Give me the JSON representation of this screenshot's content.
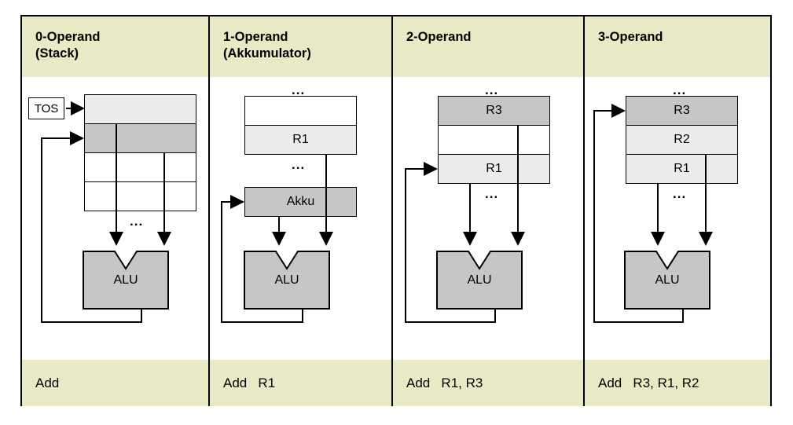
{
  "table": {
    "columns": [
      {
        "id": "col-0-operand",
        "header_line1": "0-Operand",
        "header_line2": "(Stack)",
        "instruction": "Add",
        "diagram": {
          "kind": "stack",
          "pointer_label": "TOS",
          "cells": [
            "",
            "",
            "",
            ""
          ],
          "ellipsis": "...",
          "alu_label": "ALU"
        }
      },
      {
        "id": "col-1-operand",
        "header_line1": "1-Operand",
        "header_line2": "(Akkumulator)",
        "instruction": "Add   R1",
        "diagram": {
          "kind": "accumulator",
          "cells": [
            "",
            "R1"
          ],
          "accumulator_label": "Akku",
          "ellipsis_top": "...",
          "ellipsis_mid": "...",
          "alu_label": "ALU"
        }
      },
      {
        "id": "col-2-operand",
        "header_line1": "2-Operand",
        "header_line2": "",
        "instruction": "Add   R1, R3",
        "diagram": {
          "kind": "registerfile",
          "cells": [
            "R3",
            "",
            "R1"
          ],
          "ellipsis_top": "...",
          "ellipsis_mid": "...",
          "alu_label": "ALU"
        }
      },
      {
        "id": "col-3-operand",
        "header_line1": "3-Operand",
        "header_line2": "",
        "instruction": "Add   R3, R1, R2",
        "diagram": {
          "kind": "registerfile",
          "cells": [
            "R3",
            "R2",
            "R1"
          ],
          "ellipsis_top": "...",
          "ellipsis_mid": "...",
          "alu_label": "ALU"
        }
      }
    ]
  },
  "colors": {
    "header_background": "#e9e9c6",
    "footer_background": "#e9e9c6",
    "cell_light": "#ececec",
    "cell_mid": "#c6c6c6",
    "cell_white": "#ffffff",
    "stroke": "#000000",
    "page_background": "#ffffff"
  }
}
